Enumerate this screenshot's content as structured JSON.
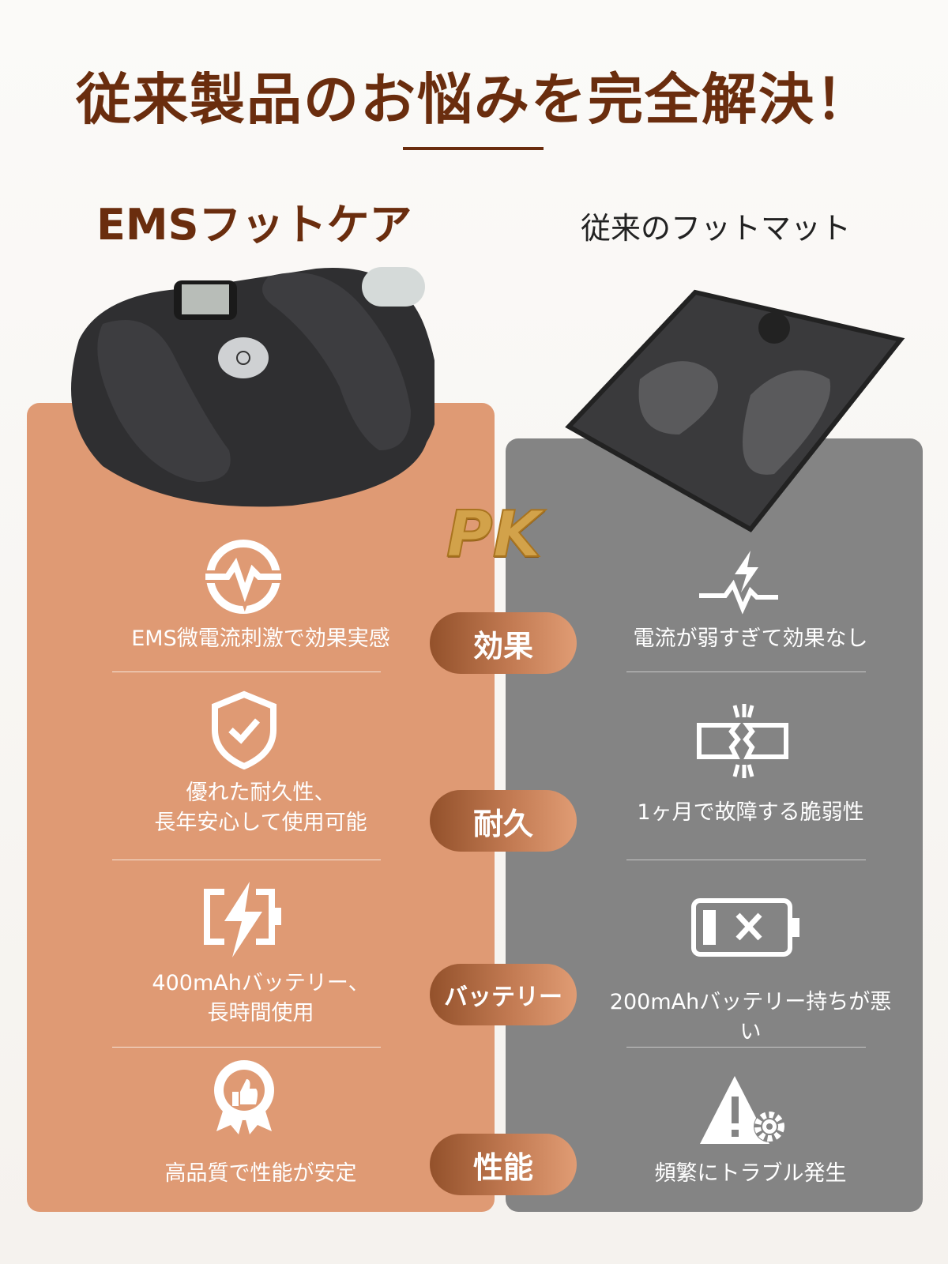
{
  "title": "従来製品のお悩みを完全解決！",
  "left": {
    "heading": "EMSフットケア",
    "color": "#df9a74",
    "items": [
      {
        "icon": "pulse-circle-icon",
        "lines": [
          "EMS微電流刺激で効果実感"
        ]
      },
      {
        "icon": "shield-check-icon",
        "lines": [
          "優れた耐久性、",
          "長年安心して使用可能"
        ]
      },
      {
        "icon": "battery-charging-icon",
        "lines": [
          "400mAhバッテリー、",
          "長時間使用"
        ]
      },
      {
        "icon": "thumbs-up-badge-icon",
        "lines": [
          "高品質で性能が安定"
        ]
      }
    ]
  },
  "right": {
    "heading": "従来のフットマット",
    "color": "#848484",
    "items": [
      {
        "icon": "weak-pulse-icon",
        "lines": [
          "電流が弱すぎて効果なし"
        ]
      },
      {
        "icon": "broken-icon",
        "lines": [
          "1ヶ月で故障する脆弱性"
        ]
      },
      {
        "icon": "battery-empty-icon",
        "lines": [
          "200mAhバッテリー持ちが悪い"
        ]
      },
      {
        "icon": "warning-gear-icon",
        "lines": [
          "頻繁にトラブル発生"
        ]
      }
    ]
  },
  "pills": [
    "効果",
    "耐久",
    "バッテリー",
    "性能"
  ],
  "pk": "PK",
  "accent": "#6a2d0e"
}
